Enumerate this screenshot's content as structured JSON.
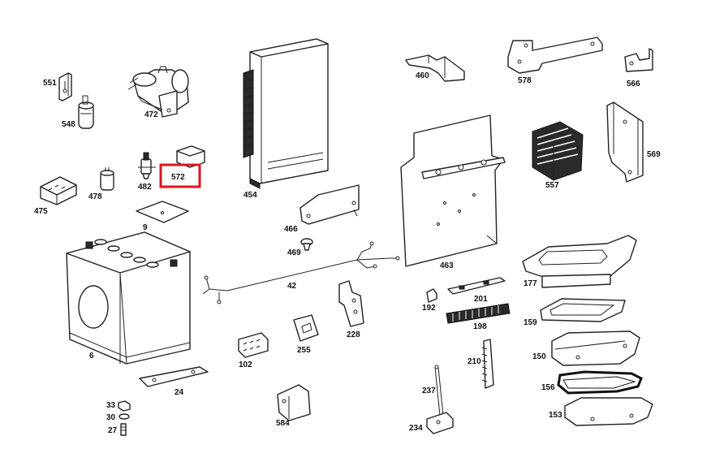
{
  "highlight": {
    "label": "572",
    "color": "#e0141e"
  },
  "parts": [
    {
      "key": "p551",
      "label": "551"
    },
    {
      "key": "p548",
      "label": "548"
    },
    {
      "key": "p472",
      "label": "472"
    },
    {
      "key": "p454",
      "label": "454"
    },
    {
      "key": "p460",
      "label": "460"
    },
    {
      "key": "p578",
      "label": "578"
    },
    {
      "key": "p566",
      "label": "566"
    },
    {
      "key": "p572",
      "label": "572"
    },
    {
      "key": "p482",
      "label": "482"
    },
    {
      "key": "p478",
      "label": "478"
    },
    {
      "key": "p475",
      "label": "475"
    },
    {
      "key": "p9",
      "label": "9"
    },
    {
      "key": "p466",
      "label": "466"
    },
    {
      "key": "p469",
      "label": "469"
    },
    {
      "key": "p557",
      "label": "557"
    },
    {
      "key": "p569",
      "label": "569"
    },
    {
      "key": "p463",
      "label": "463"
    },
    {
      "key": "p42",
      "label": "42"
    },
    {
      "key": "p177",
      "label": "177"
    },
    {
      "key": "p6",
      "label": "6"
    },
    {
      "key": "p192",
      "label": "192"
    },
    {
      "key": "p201",
      "label": "201"
    },
    {
      "key": "p159",
      "label": "159"
    },
    {
      "key": "p228",
      "label": "228"
    },
    {
      "key": "p255",
      "label": "255"
    },
    {
      "key": "p198",
      "label": "198"
    },
    {
      "key": "p102",
      "label": "102"
    },
    {
      "key": "p150",
      "label": "150"
    },
    {
      "key": "p210",
      "label": "210"
    },
    {
      "key": "p156",
      "label": "156"
    },
    {
      "key": "p24",
      "label": "24"
    },
    {
      "key": "p237",
      "label": "237"
    },
    {
      "key": "p153",
      "label": "153"
    },
    {
      "key": "p33",
      "label": "33"
    },
    {
      "key": "p30",
      "label": "30"
    },
    {
      "key": "p27",
      "label": "27"
    },
    {
      "key": "p584",
      "label": "584"
    },
    {
      "key": "p234",
      "label": "234"
    }
  ]
}
